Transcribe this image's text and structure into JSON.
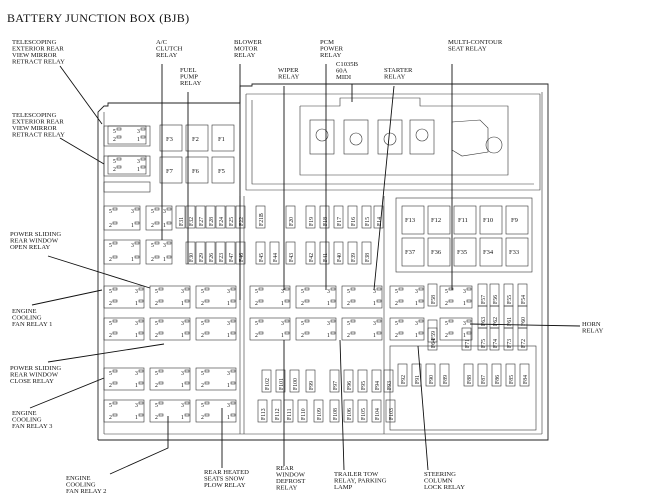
{
  "title": "BATTERY JUNCTION BOX (BJB)",
  "callouts": {
    "tel_retract_top": [
      "TELESCOPING",
      "EXTERIOR REAR",
      "VIEW MIRROR",
      "RETRACT RELAY"
    ],
    "tel_retract_mid": [
      "TELESCOPING",
      "EXTERIOR REAR",
      "VIEW MIRROR",
      "RETRACT RELAY"
    ],
    "power_sliding_open": [
      "POWER SLIDING",
      "REAR WINDOW",
      "OPEN RELAY"
    ],
    "engine_cooling_1": [
      "ENGINE",
      "COOLING",
      "FAN RELAY 1"
    ],
    "power_sliding_close": [
      "POWER SLIDING",
      "REAR WINDOW",
      "CLOSE RELAY"
    ],
    "engine_cooling_3": [
      "ENGINE",
      "COOLING",
      "FAN RELAY 3"
    ],
    "engine_cooling_2": [
      "ENGINE",
      "COOLING",
      "FAN RELAY 2"
    ],
    "ac_clutch": [
      "A/C",
      "CLUTCH",
      "RELAY"
    ],
    "fuel_pump": [
      "FUEL",
      "PUMP",
      "RELAY"
    ],
    "blower_motor": [
      "BLOWER",
      "MOTOR",
      "RELAY"
    ],
    "wiper": [
      "WIPER",
      "RELAY"
    ],
    "pcm_power": [
      "PCM",
      "POWER",
      "RELAY"
    ],
    "c1035b": [
      "C1035B",
      "60A",
      "MIDI"
    ],
    "starter": [
      "STARTER",
      "RELAY"
    ],
    "multi_contour": [
      "MULTI-CONTOUR",
      "SEAT RELAY"
    ],
    "horn": [
      "HORN",
      "RELAY"
    ],
    "rear_heated_seats": [
      "REAR HEATED",
      "SEATS SNOW",
      "PLOW RELAY"
    ],
    "rear_window_defrost": [
      "REAR",
      "WINDOW",
      "DEFROST",
      "RELAY"
    ],
    "trailer_tow": [
      "TRAILER TOW",
      "RELAY, PARKING",
      "LAMP"
    ],
    "steering_column": [
      "STEERING",
      "COLUMN",
      "LOCK RELAY"
    ]
  },
  "fuses": {
    "top_left": [
      "F3",
      "F2",
      "F1",
      "F7",
      "F6",
      "F5"
    ],
    "maxi": [
      "F13",
      "F12",
      "F11",
      "F10",
      "F9",
      "F37",
      "F36",
      "F35",
      "F34",
      "F33"
    ],
    "row_a": [
      "F31",
      "F32",
      "F27",
      "F28",
      "F24",
      "F25",
      "F22",
      "F21B",
      "F20",
      "F19",
      "F18",
      "F17",
      "F16",
      "F15",
      "F14"
    ],
    "row_b": [
      "F30",
      "F29",
      "F26",
      "F23",
      "F47",
      "F46",
      "F45",
      "F44",
      "F43",
      "F42",
      "F41",
      "F40",
      "F39",
      "F38"
    ],
    "relay_side": [
      "F58",
      "F57",
      "F56",
      "F55",
      "F54",
      "F63",
      "F62",
      "F61",
      "F60",
      "F59",
      "F64",
      "F75",
      "F74",
      "F73",
      "F72",
      "F71"
    ],
    "lower_mid": [
      "F102",
      "F101",
      "F100",
      "F99",
      "F97",
      "F96",
      "F95",
      "F94",
      "F93"
    ],
    "lower_mid2": [
      "F113",
      "F112",
      "F111",
      "F110",
      "F109",
      "F108",
      "F106",
      "F105",
      "F104",
      "F103"
    ],
    "lower_right": [
      "F92",
      "F91",
      "F90",
      "F89",
      "F88",
      "F87",
      "F86",
      "F85",
      "F84"
    ]
  },
  "relay_pins": [
    "5",
    "3",
    "2",
    "1"
  ]
}
